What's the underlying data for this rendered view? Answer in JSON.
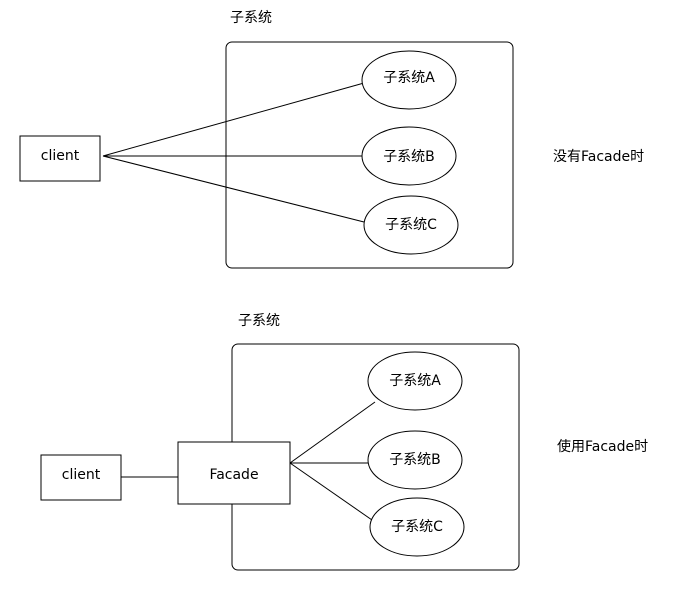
{
  "top": {
    "subsystem_title": "子系统",
    "client_label": "client",
    "subsystems": [
      "子系统A",
      "子系统B",
      "子系统C"
    ],
    "caption": "没有Facade时"
  },
  "bottom": {
    "subsystem_title": "子系统",
    "client_label": "client",
    "facade_label": "Facade",
    "subsystems": [
      "子系统A",
      "子系统B",
      "子系统C"
    ],
    "caption": "使用Facade时"
  }
}
